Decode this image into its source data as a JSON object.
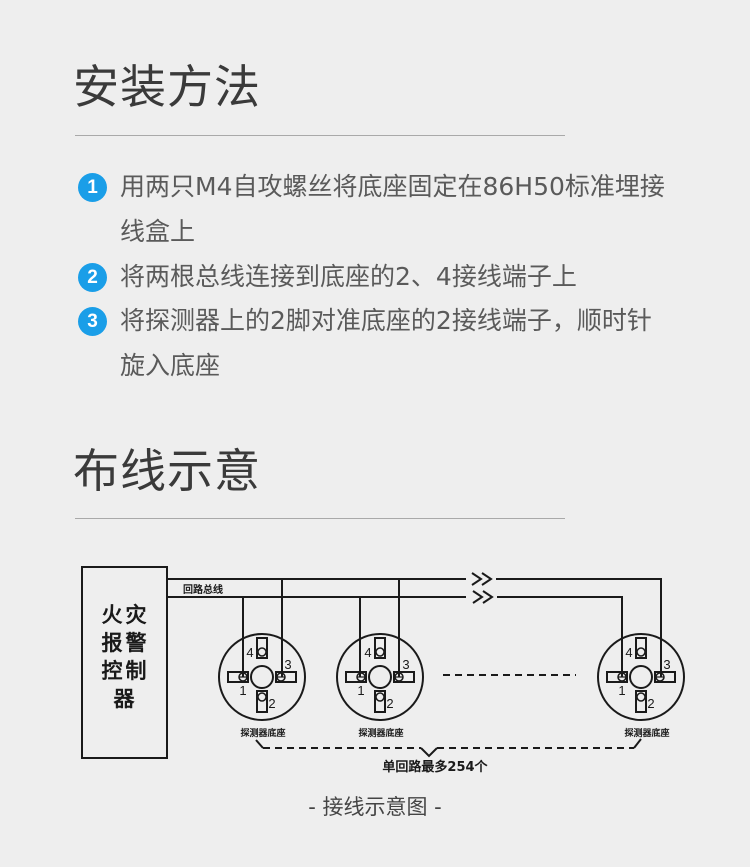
{
  "install": {
    "title": "安装方法",
    "steps": [
      {
        "number": "1",
        "lines": [
          "用两只M4自攻螺丝将底座固定在86H50标准埋接",
          "线盒上"
        ]
      },
      {
        "number": "2",
        "lines": [
          "将两根总线连接到底座的2、4接线端子上"
        ]
      },
      {
        "number": "3",
        "lines": [
          "将探测器上的2脚对准底座的2接线端子，顺时针",
          "旋入底座"
        ]
      }
    ]
  },
  "wiring": {
    "title": "布线示意",
    "diagram": {
      "controller_label": [
        "火",
        "灾",
        "报",
        "警",
        "控",
        "制",
        "器"
      ],
      "bus_label": "回路总线",
      "detector_base_label": "探测器底座",
      "terminal_labels": {
        "t1": "1",
        "t2": "2",
        "t3": "3",
        "t4": "4"
      },
      "count_note": "单回路最多254个"
    },
    "caption": "- 接线示意图 -"
  },
  "colors": {
    "background": "#eeeeee",
    "badge": "#1a9ee8",
    "line": "#1a1a1a"
  }
}
